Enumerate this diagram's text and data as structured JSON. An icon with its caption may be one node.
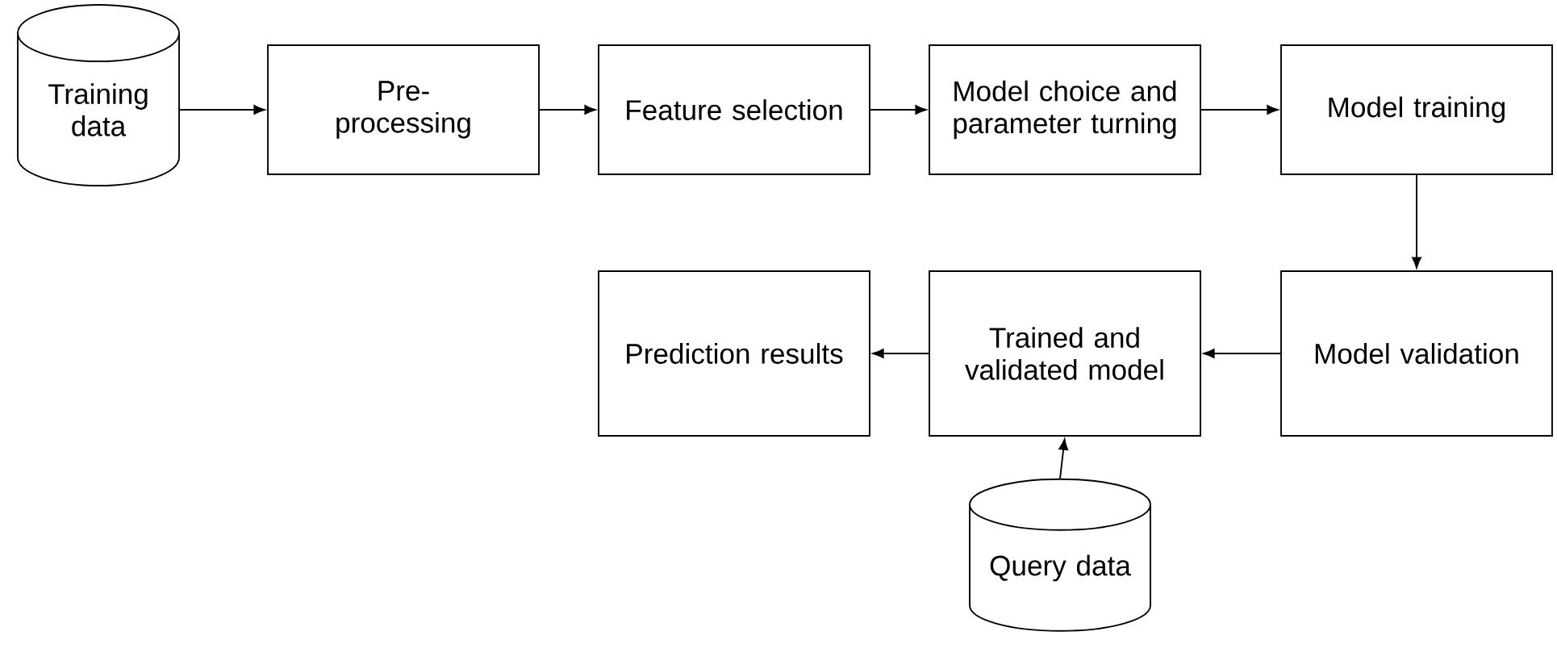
{
  "diagram": {
    "nodes": [
      {
        "text": [
          "Training data"
        ]
      },
      {
        "text": [
          "Pre-processing"
        ]
      },
      {
        "text": [
          "Feature selection"
        ]
      },
      {
        "text": [
          "Model choice and parameter turning"
        ]
      },
      {
        "text": [
          "Model training"
        ]
      },
      {
        "text": [
          "Model validation"
        ]
      },
      {
        "text": [
          "Trained and validated model"
        ]
      },
      {
        "text": [
          "Prediction results"
        ]
      },
      {
        "text": [
          "Query data"
        ]
      }
    ],
    "edges": [
      {
        "from": 0,
        "to": 1,
        "arrow": "to"
      },
      {
        "from": 1,
        "to": 2,
        "arrow": "to"
      },
      {
        "from": 2,
        "to": 3,
        "arrow": "to"
      },
      {
        "from": 3,
        "to": 4,
        "arrow": "to"
      },
      {
        "from": 4,
        "to": 5,
        "arrow": "to"
      },
      {
        "from": 5,
        "to": 6,
        "arrow": "to"
      },
      {
        "from": 6,
        "to": 7,
        "arrow": "to"
      },
      {
        "from": 8,
        "to": 6,
        "arrow": "to"
      }
    ]
  }
}
